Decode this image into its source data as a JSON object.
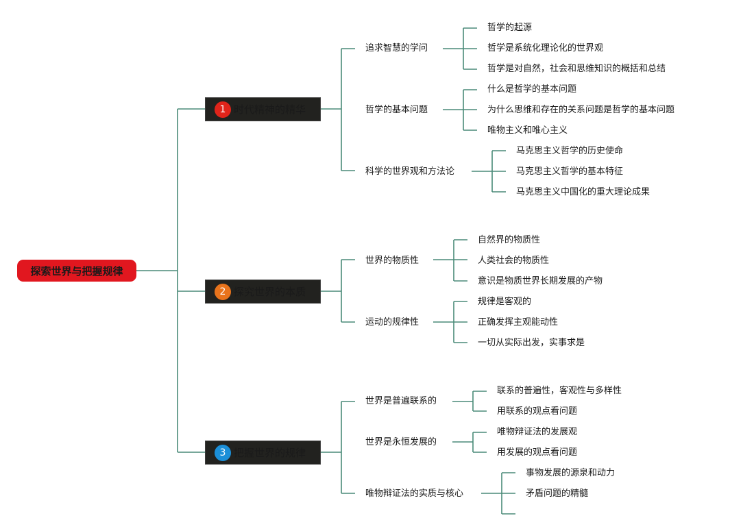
{
  "root": {
    "label": "探索世界与把握规律",
    "color": "#e1171f"
  },
  "connector_color": "#4a8a78",
  "branches": [
    {
      "number": "1",
      "label": "时代精神的精华",
      "badge_color": "#e0241a",
      "children": [
        {
          "label": "追求智慧的学问",
          "children": [
            "哲学的起源",
            "哲学是系统化理论化的世界观",
            "哲学是对自然，社会和思维知识的概括和总结"
          ]
        },
        {
          "label": "哲学的基本问题",
          "children": [
            "什么是哲学的基本问题",
            "为什么思维和存在的关系问题是哲学的基本问题",
            "唯物主义和唯心主义"
          ]
        },
        {
          "label": "科学的世界观和方法论",
          "children": [
            "马克思主义哲学的历史使命",
            "马克思主义哲学的基本特征",
            "马克思主义中国化的重大理论成果"
          ]
        }
      ]
    },
    {
      "number": "2",
      "label": "探究世界的本质",
      "badge_color": "#e8731c",
      "children": [
        {
          "label": "世界的物质性",
          "children": [
            "自然界的物质性",
            "人类社会的物质性",
            "意识是物质世界长期发展的产物"
          ]
        },
        {
          "label": "运动的规律性",
          "children": [
            "规律是客观的",
            "正确发挥主观能动性",
            "一切从实际出发，实事求是"
          ]
        }
      ]
    },
    {
      "number": "3",
      "label": "把握世界的规律",
      "badge_color": "#1b8fd8",
      "children": [
        {
          "label": "世界是普遍联系的",
          "children": [
            "联系的普遍性，客观性与多样性",
            "用联系的观点看问题"
          ]
        },
        {
          "label": "世界是永恒发展的",
          "children": [
            "唯物辩证法的发展观",
            "用发展的观点看问题"
          ]
        },
        {
          "label": "唯物辩证法的实质与核心",
          "children": [
            "事物发展的源泉和动力",
            "矛盾问题的精髓",
            ""
          ]
        }
      ]
    }
  ]
}
